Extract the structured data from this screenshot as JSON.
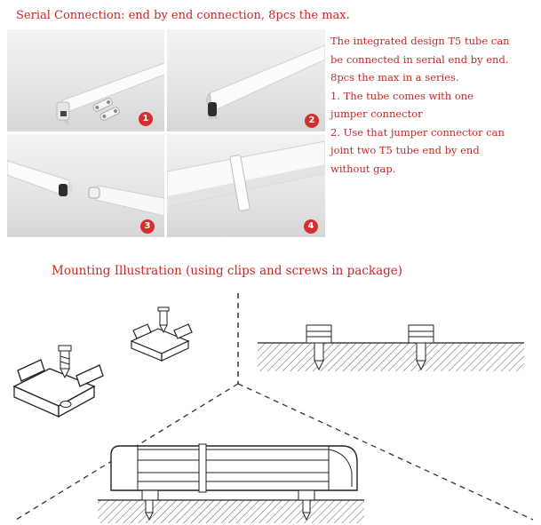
{
  "serial_title": "Serial Connection: end by end connection, 8pcs the max.",
  "photos": [
    {
      "step": "1"
    },
    {
      "step": "2"
    },
    {
      "step": "3"
    },
    {
      "step": "4"
    }
  ],
  "description_lines": [
    "The integrated design T5 tube can",
    "be connected in serial end by end.",
    "8pcs the max in a series.",
    "1. The tube comes with one",
    "jumper connector",
    "2. Use that jumper connector can",
    "joint two T5 tube end by end",
    "without gap."
  ],
  "mounting_title": "Mounting Illustration (using clips and screws in package)",
  "colors": {
    "accent": "#c62828",
    "badge": "#d32f2f"
  }
}
